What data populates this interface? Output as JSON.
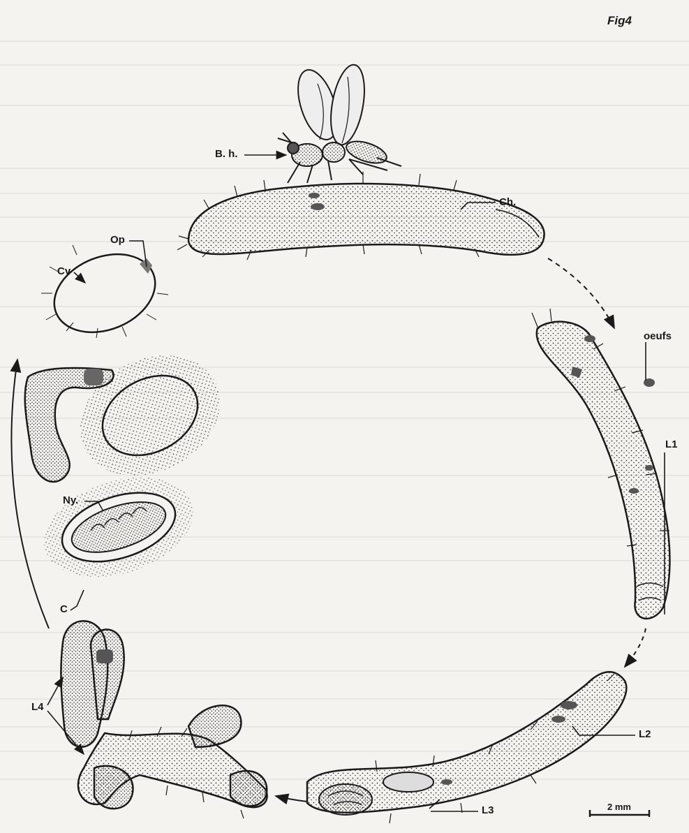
{
  "figure": {
    "title": "Fig4"
  },
  "labels": {
    "bh": "B. h.",
    "ch": "Ch.",
    "op": "Op",
    "cv": "Cv",
    "oeufs": "oeufs",
    "l1": "L1",
    "ny": "Ny.",
    "c": "C",
    "l4": "L4",
    "l2": "L2",
    "l3": "L3"
  },
  "scale_bar": {
    "label": "2 mm"
  },
  "colors": {
    "ink": "#1a1a1a",
    "paper": "#f4f3ef",
    "stipple": "#333333"
  }
}
